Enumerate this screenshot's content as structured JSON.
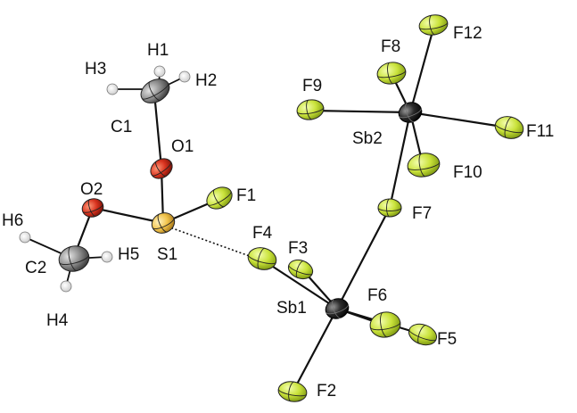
{
  "colors": {
    "fluorine": "#c9e23a",
    "fluorine_dark": "#8aa418",
    "oxygen": "#d8321e",
    "sulfur": "#f1c34a",
    "carbon": "#8b8b8b",
    "antimony": "#2b2b2b",
    "hydrogen": "#ffffff"
  },
  "atoms": [
    {
      "id": "H1",
      "label": "H1",
      "element": "hydrogen"
    },
    {
      "id": "H2",
      "label": "H2",
      "element": "hydrogen"
    },
    {
      "id": "H3",
      "label": "H3",
      "element": "hydrogen"
    },
    {
      "id": "C1",
      "label": "C1",
      "element": "carbon"
    },
    {
      "id": "O1",
      "label": "O1",
      "element": "oxygen"
    },
    {
      "id": "O2",
      "label": "O2",
      "element": "oxygen"
    },
    {
      "id": "S1",
      "label": "S1",
      "element": "sulfur"
    },
    {
      "id": "F1",
      "label": "F1",
      "element": "fluorine"
    },
    {
      "id": "H6",
      "label": "H6",
      "element": "hydrogen"
    },
    {
      "id": "H5",
      "label": "H5",
      "element": "hydrogen"
    },
    {
      "id": "C2",
      "label": "C2",
      "element": "carbon"
    },
    {
      "id": "H4",
      "label": "H4",
      "element": "hydrogen"
    },
    {
      "id": "F4",
      "label": "F4",
      "element": "fluorine"
    },
    {
      "id": "F3",
      "label": "F3",
      "element": "fluorine"
    },
    {
      "id": "Sb1",
      "label": "Sb1",
      "element": "antimony"
    },
    {
      "id": "F6",
      "label": "F6",
      "element": "fluorine"
    },
    {
      "id": "F5",
      "label": "F5",
      "element": "fluorine"
    },
    {
      "id": "F2",
      "label": "F2",
      "element": "fluorine"
    },
    {
      "id": "F7",
      "label": "F7",
      "element": "fluorine"
    },
    {
      "id": "F12",
      "label": "F12",
      "element": "fluorine"
    },
    {
      "id": "F8",
      "label": "F8",
      "element": "fluorine"
    },
    {
      "id": "F9",
      "label": "F9",
      "element": "fluorine"
    },
    {
      "id": "Sb2",
      "label": "Sb2",
      "element": "antimony"
    },
    {
      "id": "F11",
      "label": "F11",
      "element": "fluorine"
    },
    {
      "id": "F10",
      "label": "F10",
      "element": "fluorine"
    }
  ]
}
